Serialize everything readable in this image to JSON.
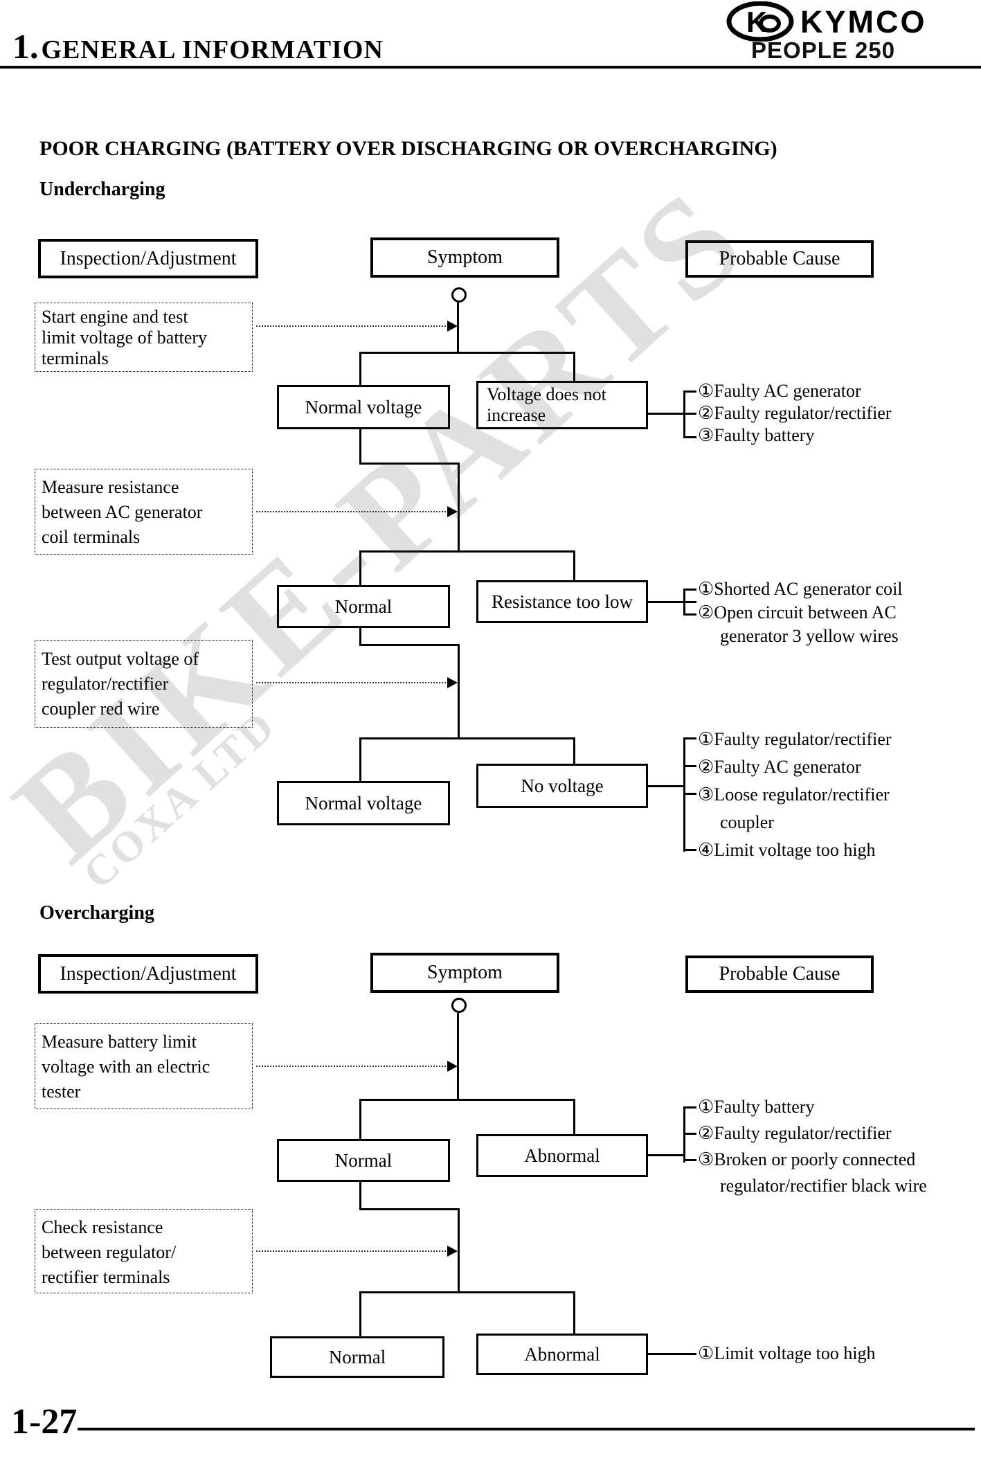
{
  "header": {
    "chapter_number": "1.",
    "chapter_title": "GENERAL INFORMATION",
    "brand": "KYMCO",
    "logo_letter": "K",
    "model": "PEOPLE 250"
  },
  "titles": {
    "main": "POOR CHARGING (BATTERY OVER DISCHARGING OR OVERCHARGING)",
    "section1": "Undercharging",
    "section2": "Overcharging"
  },
  "columns": {
    "inspection": "Inspection/Adjustment",
    "symptom": "Symptom",
    "cause": "Probable Cause"
  },
  "s1": {
    "insp1": [
      "Start engine and test",
      "limit voltage of battery",
      "terminals"
    ],
    "insp2": [
      "Measure resistance",
      "between AC generator",
      "coil terminals"
    ],
    "insp3": [
      "Test output voltage of",
      "regulator/rectifier",
      "coupler red wire"
    ],
    "box1l": "Normal voltage",
    "box1r": [
      "Voltage does not",
      "increase"
    ],
    "causes1": [
      "①Faulty AC generator",
      "②Faulty regulator/rectifier",
      "③Faulty battery"
    ],
    "box2l": "Normal",
    "box2r": "Resistance too low",
    "causes2": [
      "①Shorted AC generator coil",
      "②Open circuit between AC",
      "generator 3 yellow wires"
    ],
    "box3l": "Normal voltage",
    "box3r": "No voltage",
    "causes3": [
      "①Faulty regulator/rectifier",
      "②Faulty AC generator",
      "③Loose regulator/rectifier",
      "coupler",
      "④Limit voltage too high"
    ]
  },
  "s2": {
    "insp1": [
      "Measure battery limit",
      "voltage with an electric",
      "tester"
    ],
    "insp2": [
      "Check resistance",
      "between regulator/",
      "rectifier terminals"
    ],
    "box1l": "Normal",
    "box1r": "Abnormal",
    "causes1": [
      "①Faulty battery",
      "②Faulty regulator/rectifier",
      "③Broken or poorly connected",
      "regulator/rectifier black wire"
    ],
    "box2l": "Normal",
    "box2r": "Abnormal",
    "causes2": [
      "①Limit voltage too high"
    ]
  },
  "footer": {
    "page_number": "1-27"
  },
  "watermark": {
    "main": "BIKE-PARTS",
    "sub": "COXA LTD"
  }
}
